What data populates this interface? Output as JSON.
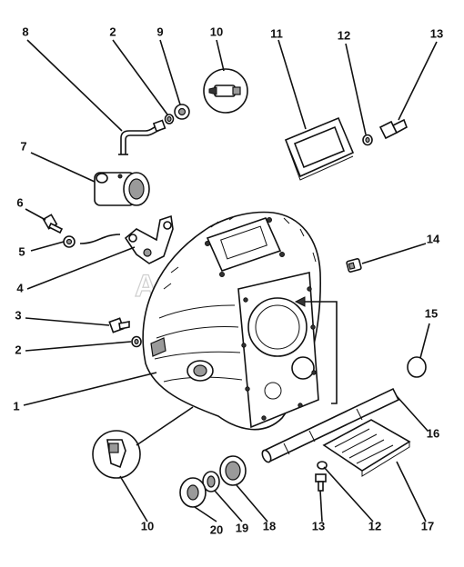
{
  "watermark": "AutoSoft",
  "callouts": {
    "c8": "8",
    "c2_top": "2",
    "c9": "9",
    "c10_top": "10",
    "c11": "11",
    "c12_top": "12",
    "c13_top": "13",
    "c7": "7",
    "c6": "6",
    "c5": "5",
    "c4": "4",
    "c3": "3",
    "c2_left": "2",
    "c1": "1",
    "c14": "14",
    "c15": "15",
    "c16": "16",
    "c17": "17",
    "c12_bottom": "12",
    "c13_bottom": "13",
    "c18": "18",
    "c19": "19",
    "c20": "20",
    "c10_bottom": "10"
  }
}
